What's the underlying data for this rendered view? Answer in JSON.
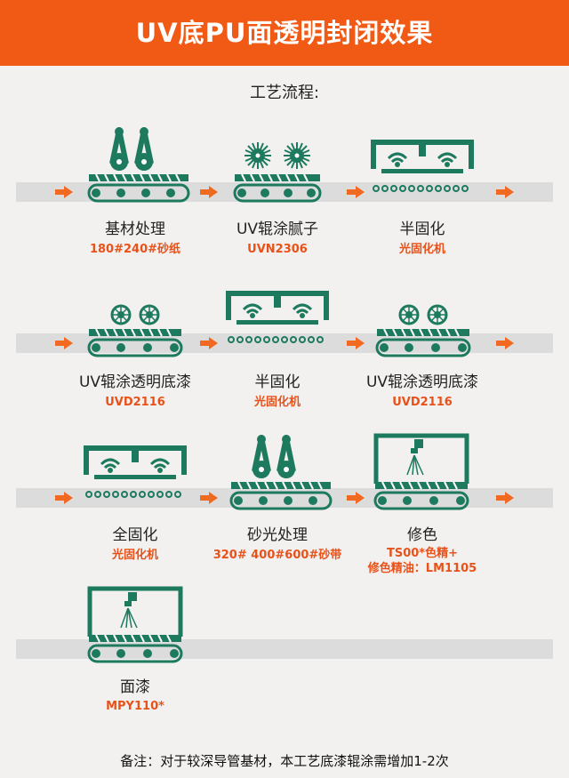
{
  "title": "UV底PU面透明封闭效果",
  "flow_title": "工艺流程:",
  "accent_color": "#f05a14",
  "machine_color": "#1d7a5e",
  "steps": [
    {
      "name": "基材处理",
      "detail": "180#240#砂纸",
      "machine": "sanding-belt"
    },
    {
      "name": "UV辊涂腻子",
      "detail": "UVN2306",
      "machine": "brush-roller"
    },
    {
      "name": "半固化",
      "detail": "光固化机",
      "machine": "uv-lamp"
    },
    {
      "name": "UV辊涂透明底漆",
      "detail": "UVD2116",
      "machine": "roller-coater"
    },
    {
      "name": "半固化",
      "detail": "光固化机",
      "machine": "uv-lamp"
    },
    {
      "name": "UV辊涂透明底漆",
      "detail": "UVD2116",
      "machine": "roller-coater"
    },
    {
      "name": "全固化",
      "detail": "光固化机",
      "machine": "uv-lamp"
    },
    {
      "name": "砂光处理",
      "detail": "320# 400#600#砂带",
      "machine": "sanding-belt"
    },
    {
      "name": "修色",
      "detail": "TS00*色精+",
      "detail2": "修色精油：LM1105",
      "machine": "spray-booth"
    },
    {
      "name": "面漆",
      "detail": "MPY110*",
      "machine": "spray-booth"
    }
  ],
  "note": "备注：对于较深导管基材，本工艺底漆辊涂需增加1-2次"
}
